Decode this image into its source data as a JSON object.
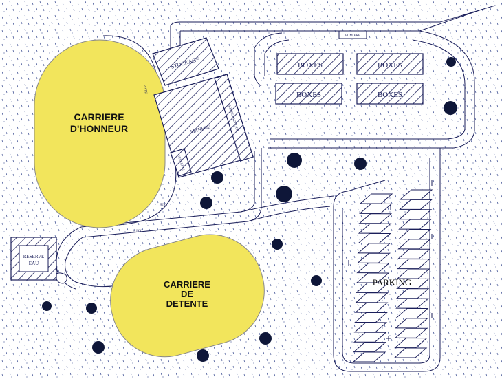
{
  "arenas": {
    "honneur_line1": "CARRIERE",
    "honneur_line2": "D'HONNEUR",
    "detente_line1": "CARRIERE",
    "detente_line2": "DE",
    "detente_line3": "DETENTE"
  },
  "buildings": {
    "stockage": "STOCKAGE",
    "manege": "MANEGE",
    "side_label": "BOXES/PADDOCK",
    "small_room": "SELLERIE",
    "fumiere": "FUMIERE",
    "boxes": [
      "BOXES",
      "BOXES",
      "BOXES",
      "BOXES"
    ]
  },
  "reservoir": {
    "line1": "RESERVE",
    "line2": "EAU"
  },
  "parking": {
    "label": "PARKING"
  },
  "small_labels": {
    "jury1": "JURY",
    "jury2": "JURY",
    "piste": "PISTE"
  },
  "colors": {
    "arena": "#f2e55c",
    "ink": "#1a1e5a",
    "tree": "#0e1638"
  }
}
